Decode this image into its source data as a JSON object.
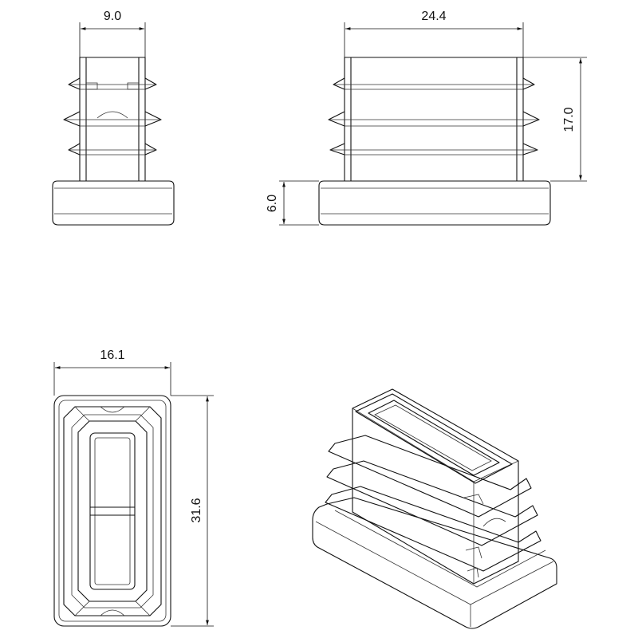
{
  "colors": {
    "line": "#111111",
    "background": "#ffffff"
  },
  "dimensions": {
    "front_view_width": "9.0",
    "side_view_width": "24.4",
    "side_view_height": "17.0",
    "cap_height": "6.0",
    "top_view_width": "16.1",
    "top_view_length": "31.6"
  }
}
